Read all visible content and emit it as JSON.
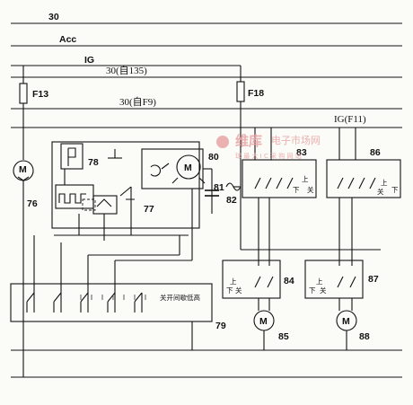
{
  "rails": {
    "bat_30": "30",
    "acc": "Acc",
    "ig": "IG",
    "from135": "30(自135)",
    "fromF9": "30(自F9)",
    "igF11": "IG(F11)"
  },
  "fuses": {
    "f13": "F13",
    "f18": "F18"
  },
  "components": {
    "c76": "76",
    "c77": "77",
    "c78": "78",
    "c79": "79",
    "c80": "80",
    "c81": "81",
    "c82": "82",
    "c83": "83",
    "c84": "84",
    "c85": "85",
    "c86": "86",
    "c87": "87",
    "c88": "88"
  },
  "motor_symbol": "M",
  "switch_79_legend": "关开间歇低高",
  "window_switch_labels": {
    "up": "上",
    "off": "关",
    "down": "下"
  },
  "watermark": {
    "brand": "维库",
    "text": "电子市场网",
    "sub": "球 最 大 I C 采 购 网 站"
  },
  "colors": {
    "line": "#111111",
    "background": "#fbfbf7",
    "watermark": "#e8a3a3"
  }
}
